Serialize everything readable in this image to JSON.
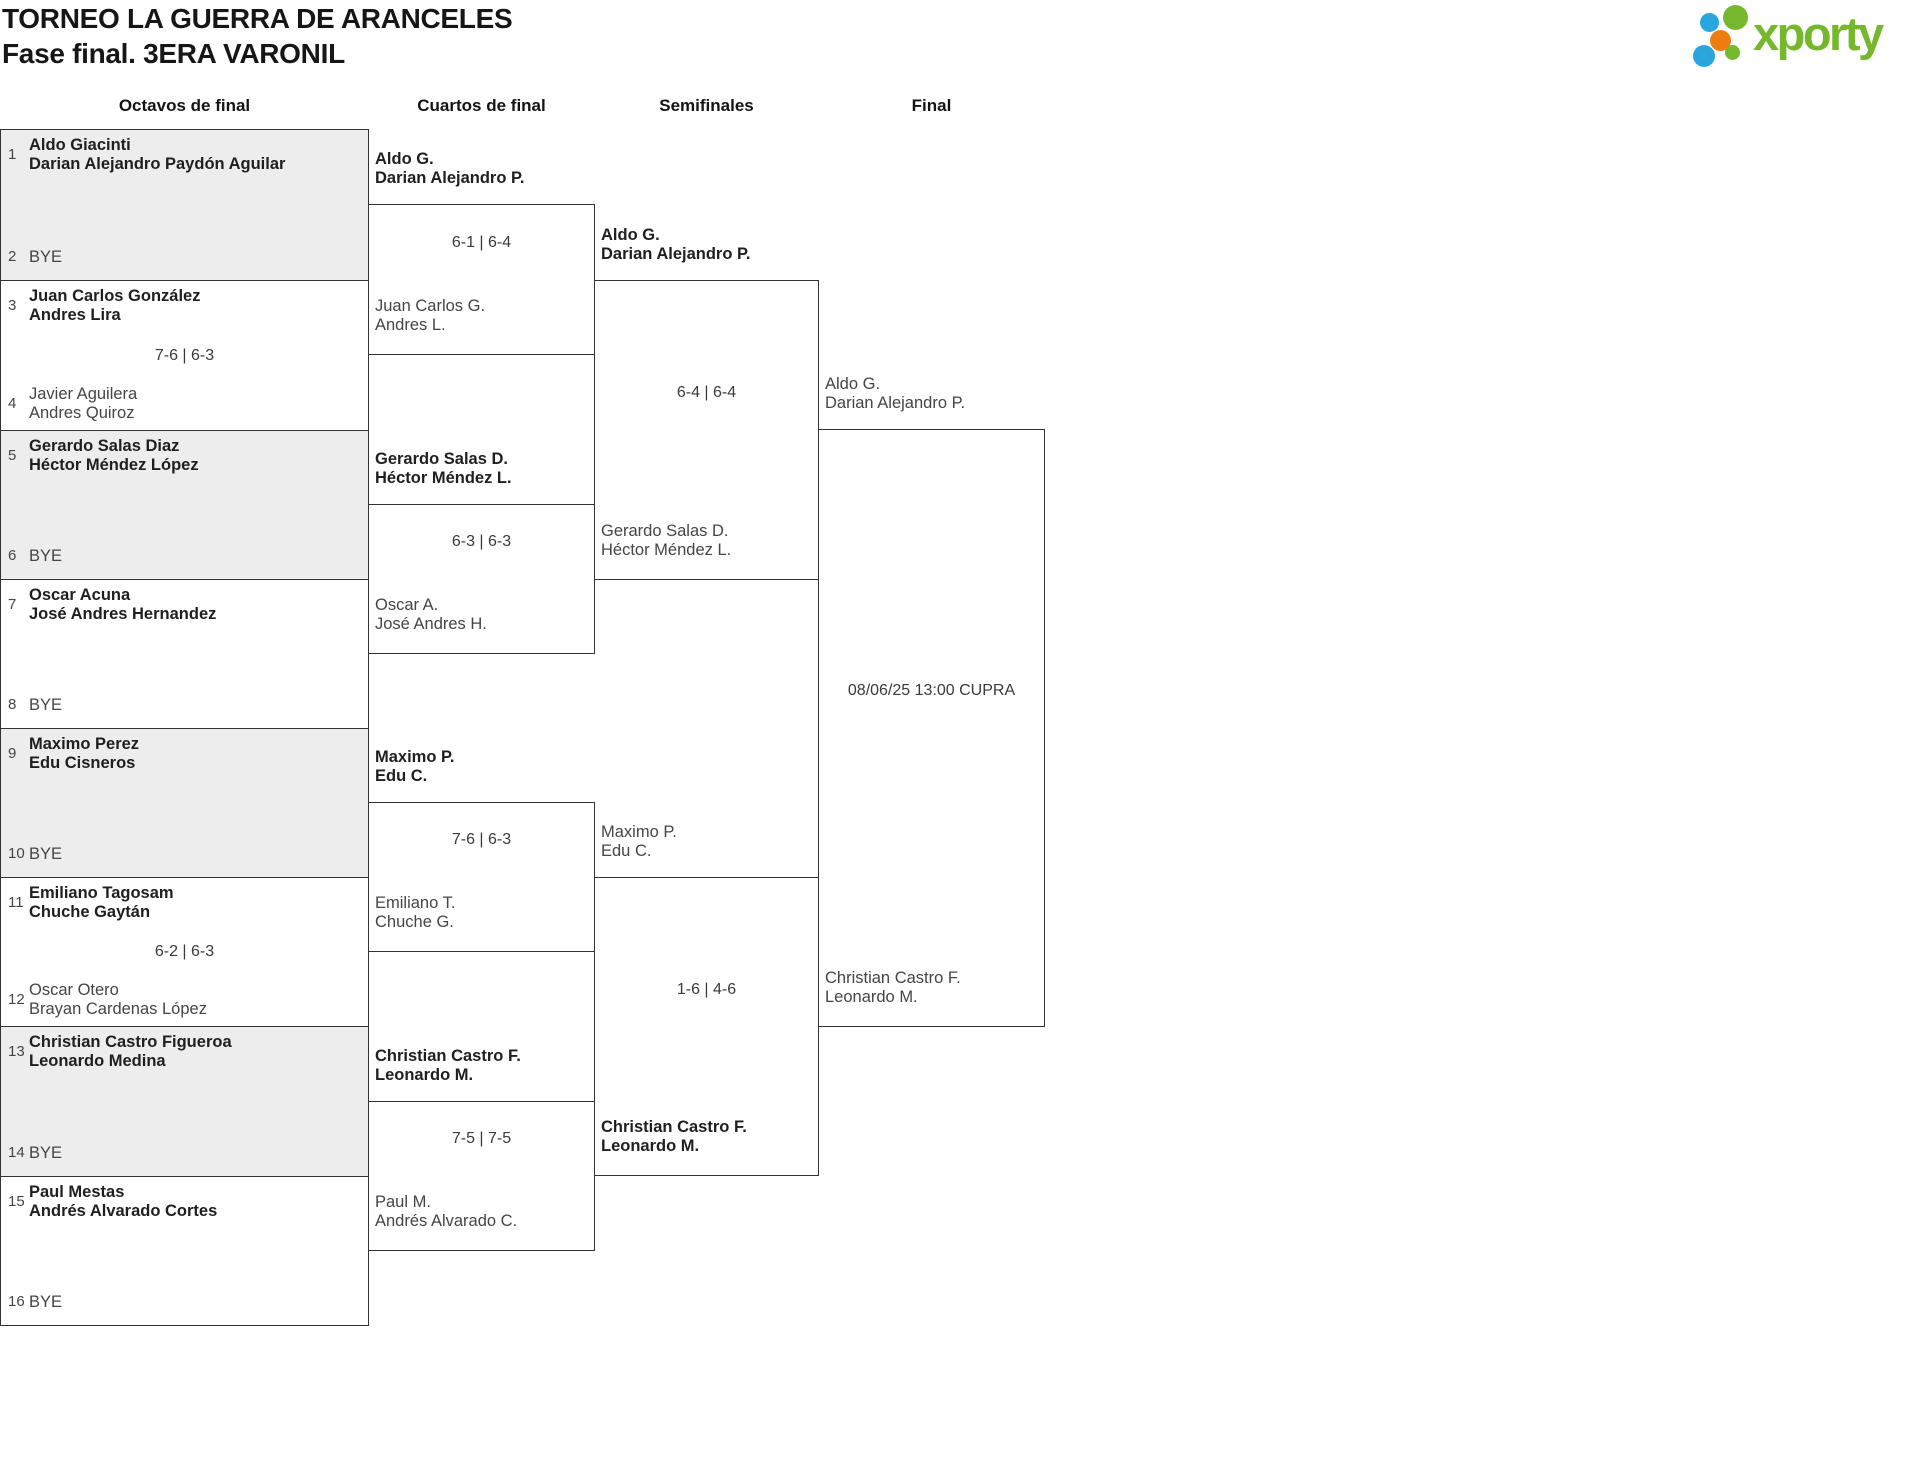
{
  "title": {
    "line1": "TORNEO LA GUERRA DE ARANCELES",
    "line2": "Fase final. 3ERA VARONIL"
  },
  "logo": {
    "text": "xporty",
    "green": "#76b82d",
    "blue": "#2aa6de",
    "orange": "#ee7d11"
  },
  "round_headers": [
    "Octavos de final",
    "Cuartos de final",
    "Semifinales",
    "Final"
  ],
  "octavos": {
    "matches": [
      {
        "seed1": "1",
        "team1": [
          "Aldo Giacinti",
          "Darian Alejandro Paydón Aguilar"
        ],
        "score": "",
        "seed2": "2",
        "team2": [
          "BYE"
        ]
      },
      {
        "seed1": "3",
        "team1": [
          "Juan Carlos González",
          "Andres Lira"
        ],
        "score": "7-6 | 6-3",
        "seed2": "4",
        "team2": [
          "Javier Aguilera",
          "Andres Quiroz"
        ]
      },
      {
        "seed1": "5",
        "team1": [
          "Gerardo Salas Diaz",
          "Héctor Méndez López"
        ],
        "score": "",
        "seed2": "6",
        "team2": [
          "BYE"
        ]
      },
      {
        "seed1": "7",
        "team1": [
          "Oscar Acuna",
          "José Andres Hernandez"
        ],
        "score": "",
        "seed2": "8",
        "team2": [
          "BYE"
        ]
      },
      {
        "seed1": "9",
        "team1": [
          "Maximo Perez",
          "Edu Cisneros"
        ],
        "score": "",
        "seed2": "10",
        "team2": [
          "BYE"
        ]
      },
      {
        "seed1": "11",
        "team1": [
          "Emiliano Tagosam",
          "Chuche Gaytán"
        ],
        "score": "6-2 | 6-3",
        "seed2": "12",
        "team2": [
          "Oscar Otero",
          "Brayan Cardenas López"
        ]
      },
      {
        "seed1": "13",
        "team1": [
          "Christian Castro Figueroa",
          "Leonardo Medina"
        ],
        "score": "",
        "seed2": "14",
        "team2": [
          "BYE"
        ]
      },
      {
        "seed1": "15",
        "team1": [
          "Paul Mestas",
          "Andrés Alvarado Cortes"
        ],
        "score": "",
        "seed2": "16",
        "team2": [
          "BYE"
        ]
      }
    ]
  },
  "quarters": {
    "matches": [
      {
        "winner": [
          "Aldo G.",
          "Darian Alejandro P."
        ],
        "score": "6-1 | 6-4",
        "loser": [
          "Juan Carlos G.",
          "Andres L."
        ]
      },
      {
        "winner": [
          "Gerardo Salas D.",
          "Héctor Méndez L."
        ],
        "score": "6-3 | 6-3",
        "loser": [
          "Oscar A.",
          "José Andres H."
        ]
      },
      {
        "winner": [
          "Maximo P.",
          "Edu C."
        ],
        "score": "7-6 | 6-3",
        "loser": [
          "Emiliano T.",
          "Chuche G."
        ]
      },
      {
        "winner": [
          "Christian Castro F.",
          "Leonardo M."
        ],
        "score": "7-5 | 7-5",
        "loser": [
          "Paul M.",
          "Andrés Alvarado C."
        ]
      }
    ]
  },
  "semis": {
    "matches": [
      {
        "top": [
          "Aldo G.",
          "Darian Alejandro P."
        ],
        "score": "6-4 | 6-4",
        "bottom": [
          "Gerardo Salas D.",
          "Héctor Méndez L."
        ]
      },
      {
        "top": [
          "Maximo P.",
          "Edu C."
        ],
        "score": "1-6 | 4-6",
        "bottom": [
          "Christian Castro F.",
          "Leonardo M."
        ]
      }
    ]
  },
  "final": {
    "top": [
      "Aldo G.",
      "Darian Alejandro P."
    ],
    "schedule": "08/06/25 13:00 CUPRA",
    "bottom": [
      "Christian Castro F.",
      "Leonardo M."
    ]
  }
}
